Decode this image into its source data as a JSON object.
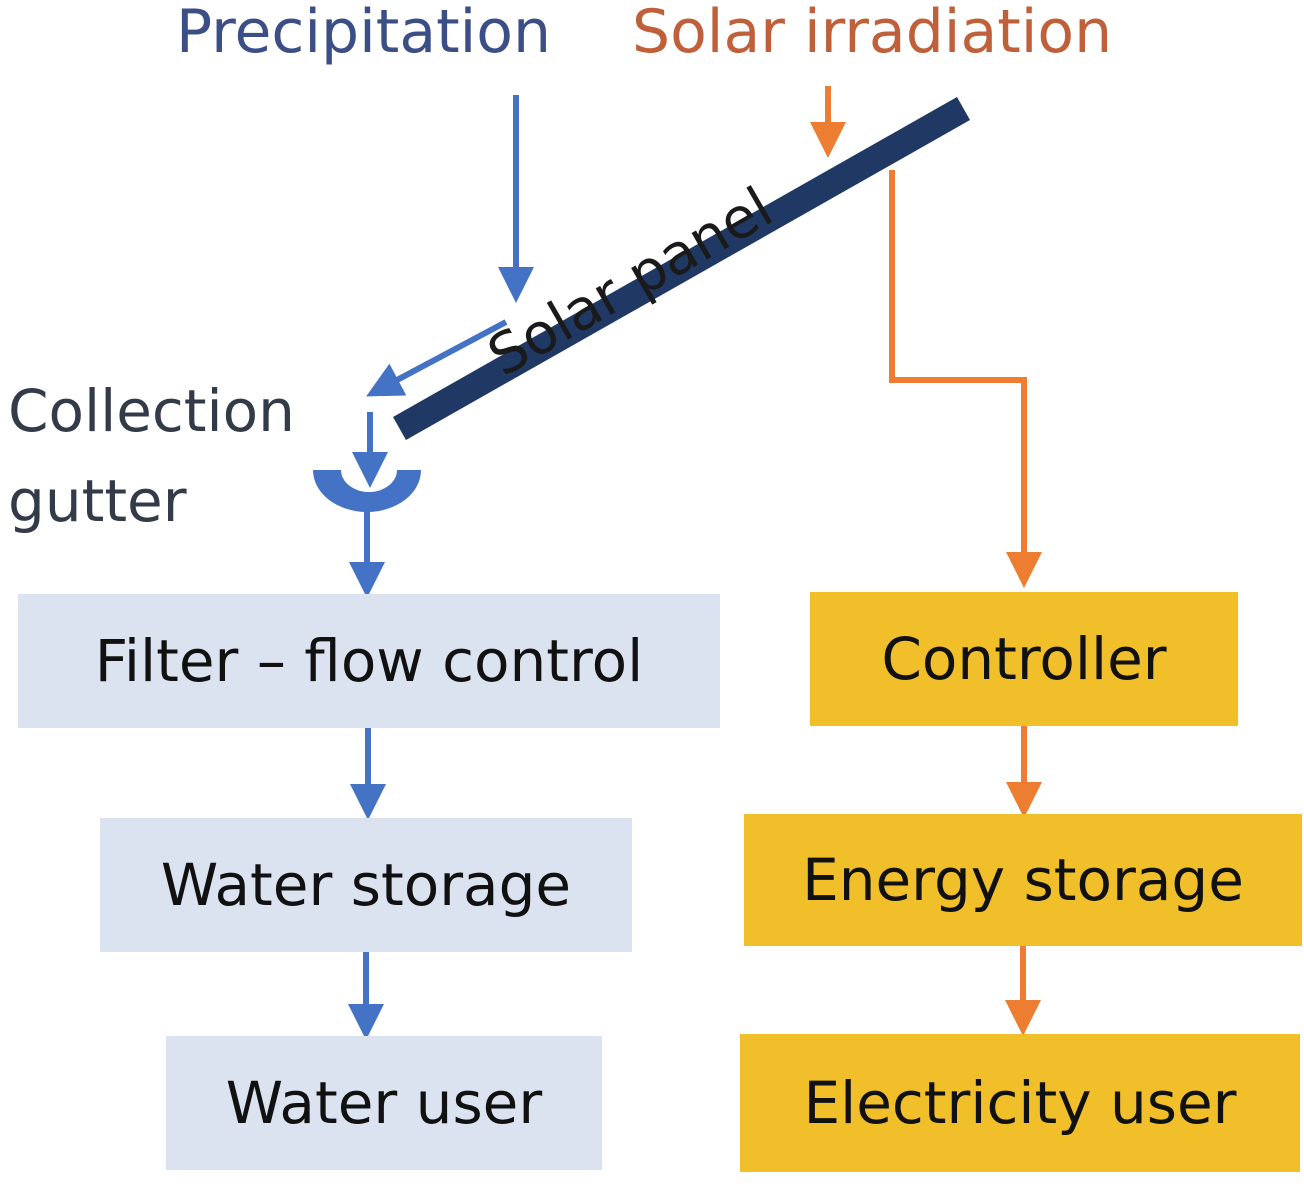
{
  "colors": {
    "water": "#4472c4",
    "water_label": "#3b4f86",
    "solar": "#ed7d31",
    "panel": "#1f3864",
    "water_box": "#dbe3f1",
    "power_box": "#f0bf2a",
    "text": "#111111"
  },
  "inputs": {
    "precipitation": "Precipitation",
    "solar_irradiation": "Solar irradiation"
  },
  "components": {
    "solar_panel": "Solar panel",
    "collection_gutter_line1": "Collection",
    "collection_gutter_line2": "gutter"
  },
  "water_chain": [
    {
      "label": "Filter – flow control"
    },
    {
      "label": "Water storage"
    },
    {
      "label": "Water user"
    }
  ],
  "energy_chain": [
    {
      "label": "Controller"
    },
    {
      "label": "Energy storage"
    },
    {
      "label": "Electricity user"
    }
  ],
  "icons": [
    "arrow-down-icon",
    "gutter-icon",
    "solar-panel-icon"
  ]
}
